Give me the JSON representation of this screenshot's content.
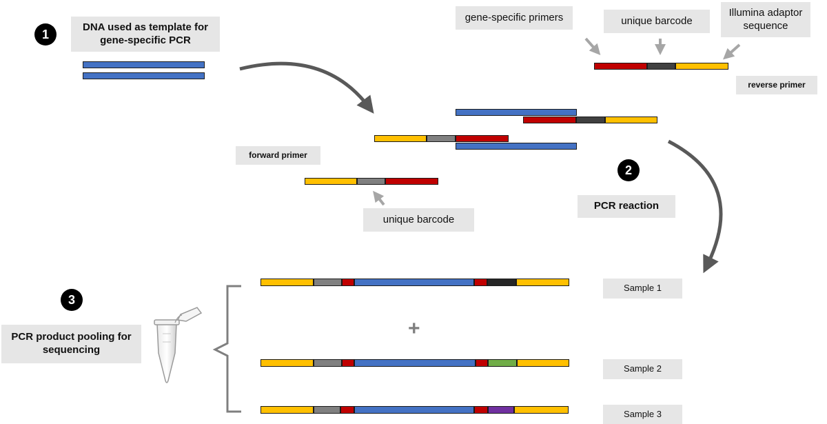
{
  "labels": {
    "dna_template": "DNA used as template for gene-specific PCR",
    "gene_specific_primers": "gene-specific primers",
    "unique_barcode_top": "unique barcode",
    "illumina_adaptor": "Illumina adaptor sequence",
    "reverse_primer": "reverse primer",
    "forward_primer": "forward primer",
    "unique_barcode_bottom": "unique barcode",
    "pcr_reaction": "PCR reaction",
    "pooling": "PCR product pooling for sequencing",
    "plus": "+",
    "samples": [
      "Sample 1",
      "Sample 2",
      "Sample 3"
    ]
  },
  "steps": [
    "1",
    "2",
    "3"
  ],
  "colors": {
    "dna": "#4472c4",
    "adaptor": "#ffc000",
    "barcode": "#808080",
    "gene_primer": "#c00000",
    "rev_barcode_1": "#262626",
    "rev_barcode_2": "#70ad47",
    "rev_barcode_3": "#7030a0",
    "arrow": "#595959",
    "label_bg": "#e6e6e6"
  }
}
